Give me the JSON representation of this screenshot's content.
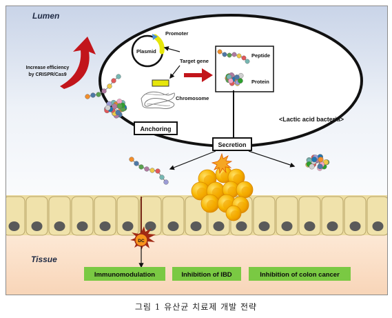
{
  "labels": {
    "lumen": "Lumen",
    "tissue": "Tissue",
    "crispr_line1": "Increase efficiency",
    "crispr_line2": "by CRISPR/Cas9",
    "promoter": "Promoter",
    "plasmid": "Plasmid",
    "target_gene": "Target gene",
    "chromosome": "Chromosome",
    "peptide": "Peptide",
    "protein": "Protein",
    "lab": "<Lactic acid bacteria>",
    "anchoring": "Anchoring",
    "secretion": "Secretion",
    "dc": "DC"
  },
  "outcomes": [
    "Immunomodulation",
    "Inhibition of IBD",
    "Inhibition of colon cancer"
  ],
  "caption": "그림 1 유산균 치료제 개발 전략",
  "colors": {
    "lumen_top": "#d9e1ef",
    "lumen_bottom": "#ffffff",
    "tissue": "#fbe3cf",
    "cell": "#efe1a8",
    "nucleus": "#5a5a5a",
    "arrow_red": "#c2151b",
    "outcome_bg": "#7ac943",
    "plasmid_promoter": "#e6e60a",
    "dc": "#c0392b"
  }
}
